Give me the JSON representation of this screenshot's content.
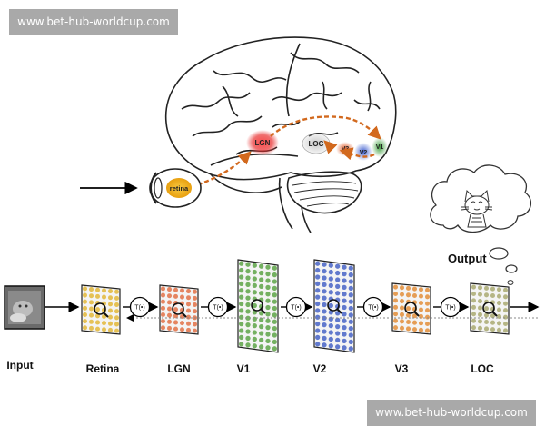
{
  "watermark": {
    "top": "www.bet-hub-worldcup.com",
    "bottom": "www.bet-hub-worldcup.com"
  },
  "brain_regions": {
    "retina": "retina",
    "lgn": "LGN",
    "loc": "LOC",
    "v3": "V3",
    "v2": "V2",
    "v1": "V1"
  },
  "output_label": "Output",
  "operator_symbol": "T(•)",
  "pipeline": [
    {
      "name": "Input",
      "color": "#555555"
    },
    {
      "name": "Retina",
      "color": "#e0b020"
    },
    {
      "name": "LGN",
      "color": "#e06030"
    },
    {
      "name": "V1",
      "color": "#4a9a30"
    },
    {
      "name": "V2",
      "color": "#3050c0"
    },
    {
      "name": "V3",
      "color": "#e08020"
    },
    {
      "name": "LOC",
      "color": "#a0a060"
    }
  ],
  "colors": {
    "orange_path": "#d2691e",
    "lgn_glow": "#e83030",
    "v2_glow": "#4060d0",
    "v1_glow": "#40a040",
    "retina_fill": "#f0b020"
  }
}
